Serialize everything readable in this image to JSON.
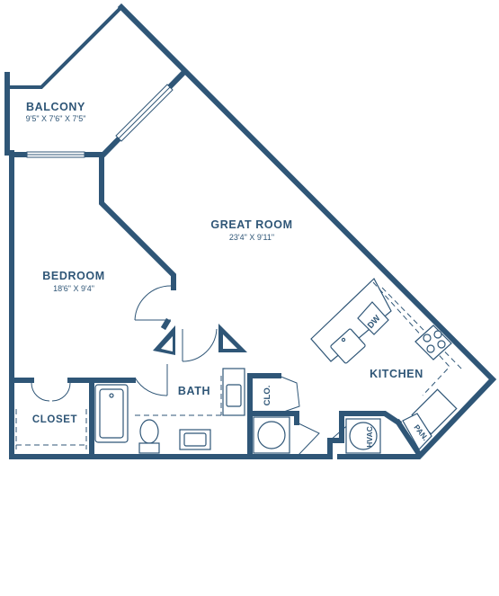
{
  "rooms": {
    "balcony": {
      "name": "BALCONY",
      "dims": "9'5\" X 7'6\" X 7'5\""
    },
    "great_room": {
      "name": "GREAT ROOM",
      "dims": "23'4\" X 9'11\""
    },
    "bedroom": {
      "name": "BEDROOM",
      "dims": "18'6\" X 9'4\""
    },
    "kitchen": {
      "name": "KITCHEN"
    },
    "bath": {
      "name": "BATH"
    },
    "closet": {
      "name": "CLOSET"
    }
  },
  "labels": {
    "clo": "CLO.",
    "dw": "DW",
    "hvac": "HVAC",
    "pan": "PAN."
  },
  "colors": {
    "wall": "#2f5677",
    "background": "#ffffff"
  }
}
